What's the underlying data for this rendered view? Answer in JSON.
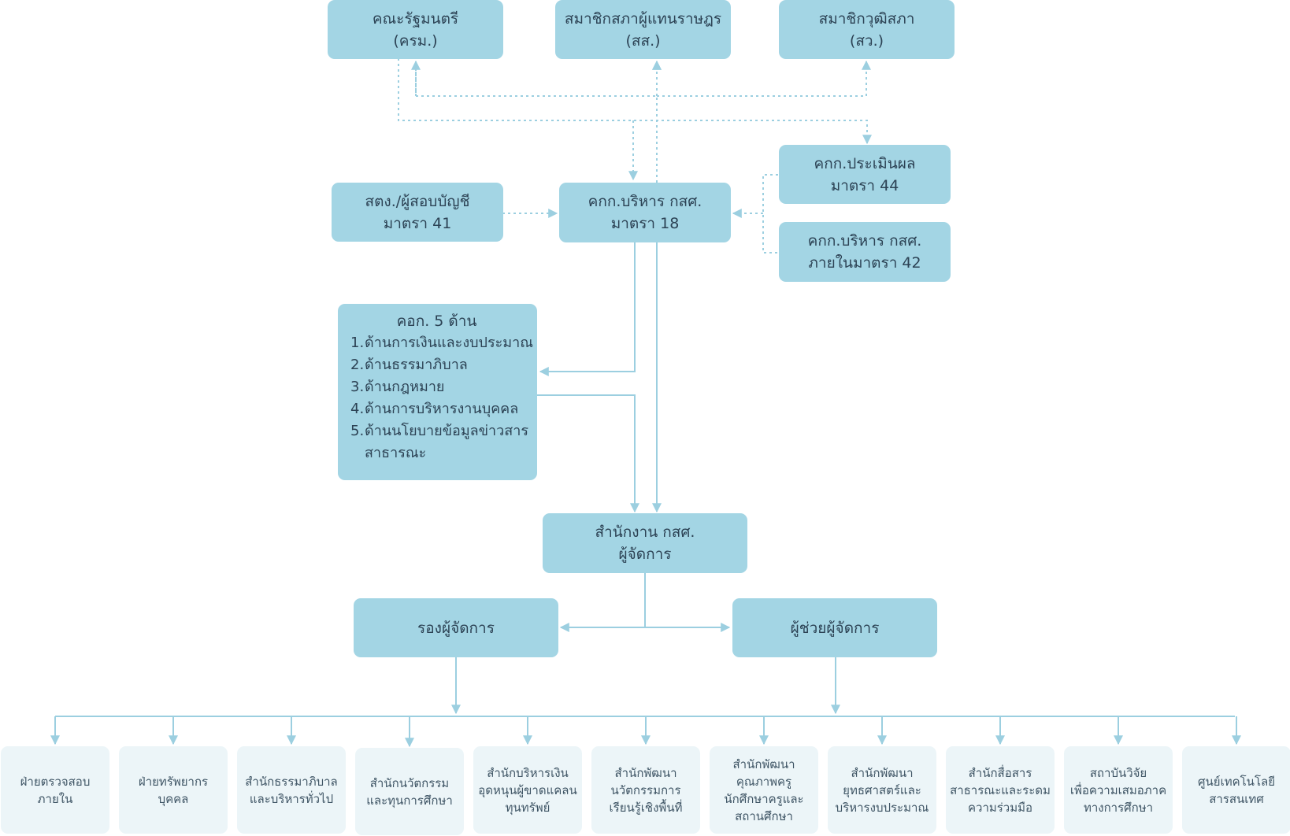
{
  "colors": {
    "box": "#a3d5e4",
    "leaf_box": "#ecf5f8",
    "line": "#9ccfe0",
    "text": "#2c4254"
  },
  "top": {
    "cabinet": {
      "line1": "คณะรัฐมนตรี",
      "line2": "(ครม.)"
    },
    "house": {
      "line1": "สมาชิกสภาผู้แทนราษฎร",
      "line2": "(สส.)"
    },
    "senate": {
      "line1": "สมาชิกวุฒิสภา",
      "line2": "(สว.)"
    }
  },
  "middle": {
    "auditor": {
      "line1": "สตง./ผู้สอบบัญชี",
      "line2": "มาตรา 41"
    },
    "board": {
      "line1": "คกก.บริหาร กสศ.",
      "line2": "มาตรา 18"
    },
    "evaluation": {
      "line1": "คกก.ประเมินผล",
      "line2": "มาตรา 44"
    },
    "internal": {
      "line1": "คกก.บริหาร กสศ.",
      "line2": "ภายในมาตรา 42"
    }
  },
  "committee": {
    "title": "คอก. 5 ด้าน",
    "items": [
      {
        "num": "1.",
        "lines": [
          "ด้านการเงินและงบประมาณ"
        ]
      },
      {
        "num": "2.",
        "lines": [
          "ด้านธรรมาภิบาล"
        ]
      },
      {
        "num": "3.",
        "lines": [
          "ด้านกฎหมาย"
        ]
      },
      {
        "num": "4.",
        "lines": [
          "ด้านการบริหารงานบุคคล"
        ]
      },
      {
        "num": "5.",
        "lines": [
          "ด้านนโยบายข้อมูลข่าวสาร",
          "สาธารณะ"
        ]
      }
    ]
  },
  "office": {
    "line1": "สำนักงาน กสศ.",
    "line2": "ผู้จัดการ"
  },
  "deputy": {
    "label": "รองผู้จัดการ"
  },
  "assistant": {
    "label": "ผู้ช่วยผู้จัดการ"
  },
  "units": [
    {
      "lines": [
        "ฝ่ายตรวจสอบ",
        "ภายใน"
      ]
    },
    {
      "lines": [
        "ฝ่ายทรัพยากร",
        "บุคคล"
      ]
    },
    {
      "lines": [
        "สำนักธรรมาภิบาล",
        "และบริหารทั่วไป"
      ]
    },
    {
      "lines": [
        "สำนักนวัตกรรม",
        "และทุนการศึกษา"
      ]
    },
    {
      "lines": [
        "สำนักบริหารเงิน",
        "อุดหนุนผู้ขาดแคลน",
        "ทุนทรัพย์"
      ]
    },
    {
      "lines": [
        "สำนักพัฒนา",
        "นวัตกรรมการ",
        "เรียนรู้เชิงพื้นที่"
      ]
    },
    {
      "lines": [
        "สำนักพัฒนา",
        "คุณภาพครู",
        "นักศึกษาครูและ",
        "สถานศึกษา"
      ]
    },
    {
      "lines": [
        "สำนักพัฒนา",
        "ยุทธศาสตร์และ",
        "บริหารงบประมาณ"
      ]
    },
    {
      "lines": [
        "สำนักสื่อสาร",
        "สาธารณะและระดม",
        "ความร่วมมือ"
      ]
    },
    {
      "lines": [
        "สถาบันวิจัย",
        "เพื่อความเสมอภาค",
        "ทางการศึกษา"
      ]
    },
    {
      "lines": [
        "ศูนย์เทคโนโลยี",
        "สารสนเทศ"
      ]
    }
  ]
}
